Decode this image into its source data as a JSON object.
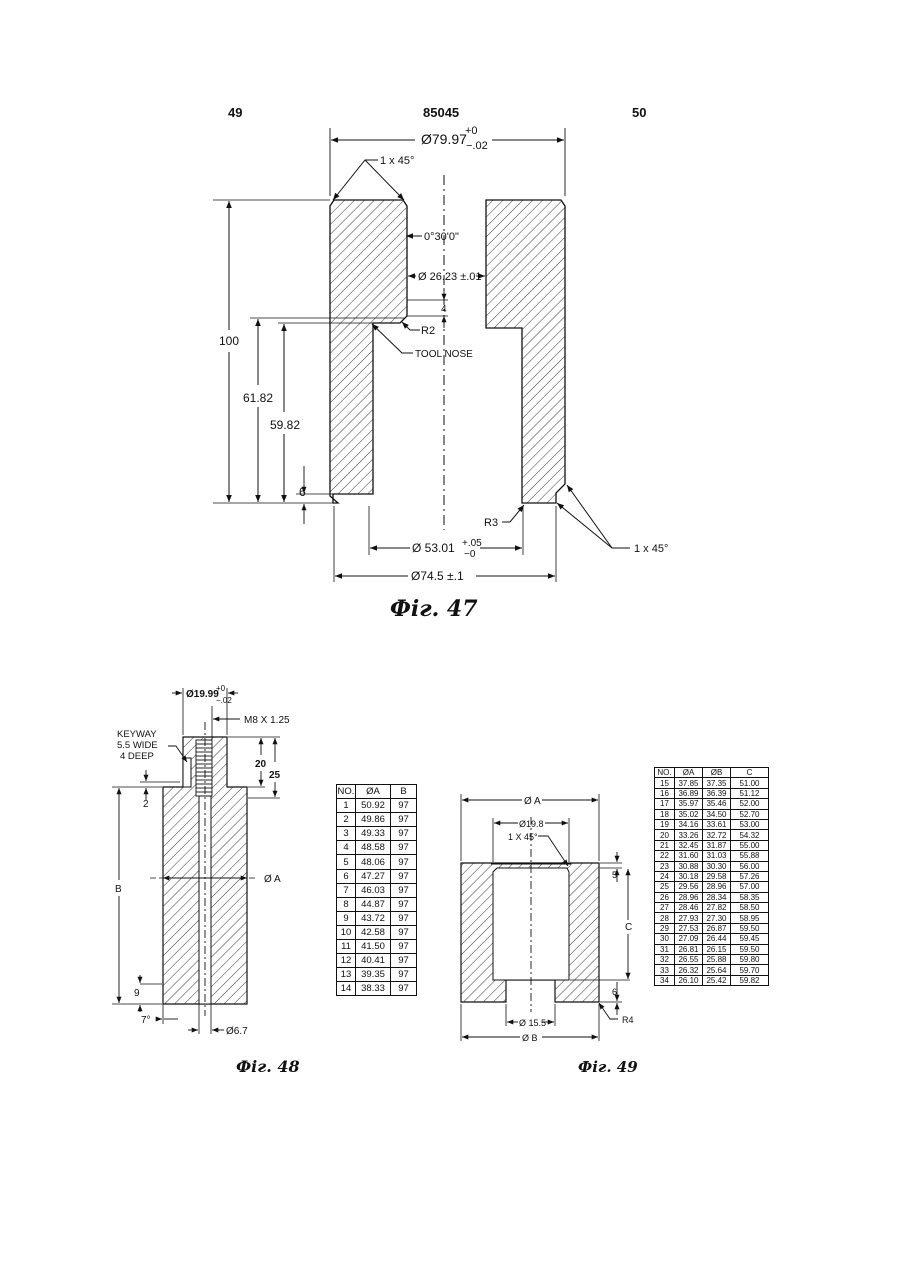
{
  "header": {
    "left_page": "49",
    "patent_number": "85045",
    "right_page": "50"
  },
  "fig47": {
    "caption": "Фiг. 47",
    "dia_top": "Ø79.97",
    "dia_top_tol_plus": "+0",
    "dia_top_tol_minus": "−.02",
    "chamfer_top": "1 x 45°",
    "angle": "0°30'0\"",
    "dia_bore": "Ø 26.23 ±.01",
    "dim_small": "4",
    "radius_r2": "R2",
    "tool_nose": "TOOL NOSE",
    "height_total": "100",
    "height_6182": "61.82",
    "height_5982": "59.82",
    "height_6": "6",
    "radius_r3": "R3",
    "dia_mid": "Ø 53.01",
    "dia_mid_tol_plus": "+.05",
    "dia_mid_tol_minus": "−0",
    "chamfer_bottom": "1 x 45°",
    "dia_bottom": "Ø74.5 ±.1"
  },
  "fig48": {
    "caption": "Фiг. 48",
    "dia_top": "Ø19.99",
    "dia_top_tol_plus": "+0",
    "dia_top_tol_minus": "−.02",
    "thread": "M8 X 1.25",
    "keyway_1": "KEYWAY",
    "keyway_2": "5.5 WIDE",
    "keyway_3": "4 DEEP",
    "dim_20": "20",
    "dim_25": "25",
    "dim_2": "2",
    "dim_b": "B",
    "dia_a": "Ø A",
    "dim_9": "9",
    "angle_7": "7°",
    "dia_67": "Ø6.7",
    "table": {
      "headers": [
        "NO.",
        "ØA",
        "B"
      ],
      "rows": [
        [
          "1",
          "50.92",
          "97"
        ],
        [
          "2",
          "49.86",
          "97"
        ],
        [
          "3",
          "49.33",
          "97"
        ],
        [
          "4",
          "48.58",
          "97"
        ],
        [
          "5",
          "48.06",
          "97"
        ],
        [
          "6",
          "47.27",
          "97"
        ],
        [
          "7",
          "46.03",
          "97"
        ],
        [
          "8",
          "44.87",
          "97"
        ],
        [
          "9",
          "43.72",
          "97"
        ],
        [
          "10",
          "42.58",
          "97"
        ],
        [
          "11",
          "41.50",
          "97"
        ],
        [
          "12",
          "40.41",
          "97"
        ],
        [
          "13",
          "39.35",
          "97"
        ],
        [
          "14",
          "38.33",
          "97"
        ]
      ]
    }
  },
  "fig49": {
    "caption": "Фiг. 49",
    "dia_a": "Ø A",
    "dia_198": "Ø19.8",
    "chamfer": "1 X 45°",
    "dim_5": "5",
    "dim_c": "C",
    "dim_6": "6",
    "dia_155": "Ø 15.5",
    "radius_r4": "R4",
    "dia_b": "Ø B",
    "table": {
      "headers": [
        "NO.",
        "ØA",
        "ØB",
        "C"
      ],
      "rows": [
        [
          "15",
          "37.85",
          "37.35",
          "51.00"
        ],
        [
          "16",
          "36.89",
          "36.39",
          "51.12"
        ],
        [
          "17",
          "35.97",
          "35.46",
          "52.00"
        ],
        [
          "18",
          "35.02",
          "34.50",
          "52.70"
        ],
        [
          "19",
          "34.16",
          "33.61",
          "53.00"
        ],
        [
          "20",
          "33.26",
          "32.72",
          "54.32"
        ],
        [
          "21",
          "32.45",
          "31.87",
          "55.00"
        ],
        [
          "22",
          "31.60",
          "31.03",
          "55.88"
        ],
        [
          "23",
          "30.88",
          "30.30",
          "56.00"
        ],
        [
          "24",
          "30.18",
          "29.58",
          "57.26"
        ],
        [
          "25",
          "29.56",
          "28.96",
          "57.00"
        ],
        [
          "26",
          "28.96",
          "28.34",
          "58.35"
        ],
        [
          "27",
          "28.46",
          "27.82",
          "58.50"
        ],
        [
          "28",
          "27.93",
          "27.30",
          "58.95"
        ],
        [
          "29",
          "27.53",
          "26.87",
          "59.50"
        ],
        [
          "30",
          "27.09",
          "26.44",
          "59.45"
        ],
        [
          "31",
          "26.81",
          "26.15",
          "59.50"
        ],
        [
          "32",
          "26.55",
          "25.88",
          "59.80"
        ],
        [
          "33",
          "26.32",
          "25.64",
          "59.70"
        ],
        [
          "34",
          "26.10",
          "25.42",
          "59.82"
        ]
      ]
    }
  }
}
